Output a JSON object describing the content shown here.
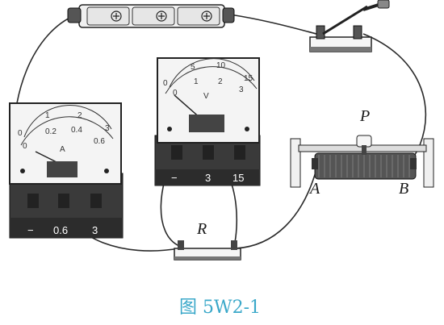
{
  "labels": {
    "ammeter_unit": "A",
    "voltmeter_unit": "V",
    "resistor": "R",
    "slider": "P",
    "rheostat_end_a": "A",
    "rheostat_end_b": "B"
  },
  "ammeter": {
    "scale_upper": [
      "0",
      "1",
      "2",
      "3"
    ],
    "scale_lower": [
      "0",
      "0.2",
      "0.4",
      "0.6"
    ],
    "terminals": [
      "−",
      "0.6",
      "3"
    ]
  },
  "voltmeter": {
    "scale_upper": [
      "0",
      "5",
      "10",
      "15"
    ],
    "scale_lower": [
      "0",
      "1",
      "2",
      "3"
    ],
    "terminals": [
      "−",
      "3",
      "15"
    ]
  },
  "caption": "图 5W2-1",
  "colors": {
    "caption": "#3aa8c9",
    "ink": "#1a1a1a"
  }
}
